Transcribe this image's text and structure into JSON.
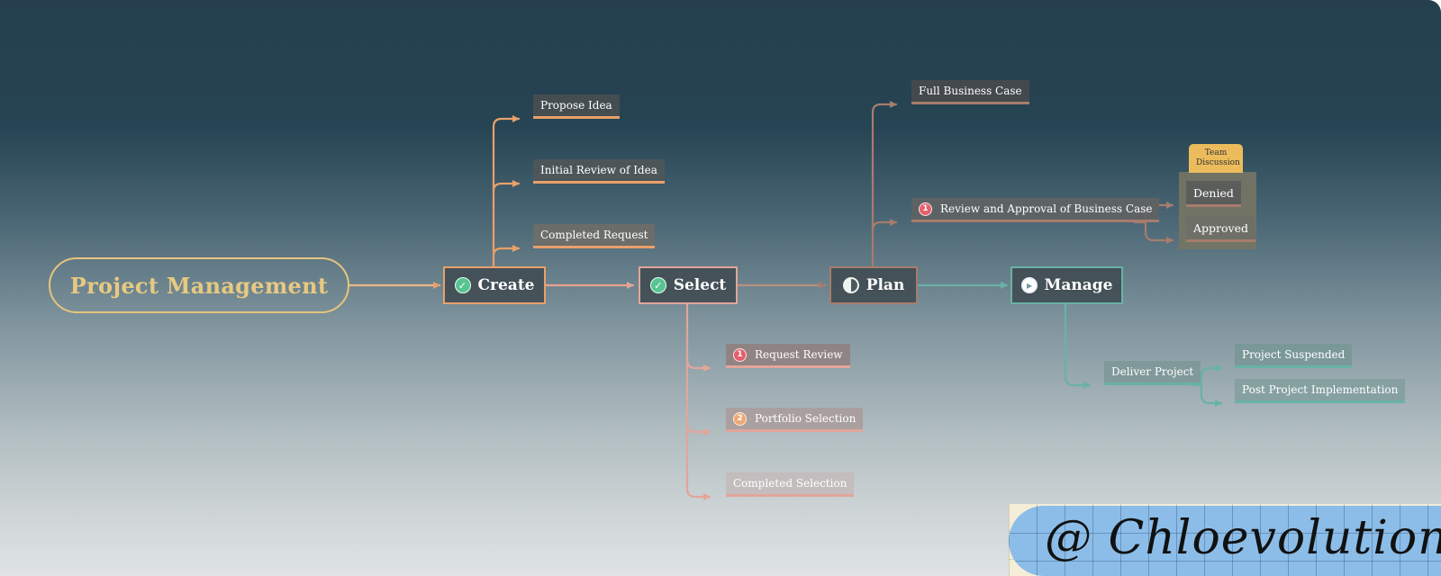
{
  "title": "Project Management",
  "stages": {
    "create": "Create",
    "select": "Select",
    "plan": "Plan",
    "manage": "Manage"
  },
  "create_items": [
    "Propose Idea",
    "Initial Review of Idea",
    "Completed Request"
  ],
  "select_items": [
    "Request Review",
    "Portfolio Selection",
    "Completed Selection"
  ],
  "plan_items": [
    "Full Business Case",
    "Review and Approval of Business Case"
  ],
  "approval": {
    "tag": "Team Discussion",
    "denied": "Denied",
    "approved": "Approved"
  },
  "manage_items": {
    "deliver": "Deliver Project",
    "suspended": "Project Suspended",
    "post": "Post Project Implementation"
  },
  "icons": {
    "create": "check-circle-icon",
    "select": "check-circle-icon",
    "plan": "half-circle-icon",
    "manage": "play-circle-icon",
    "request_review": "priority-1-icon",
    "portfolio_selection": "priority-2-icon",
    "review_approval": "priority-1-icon"
  },
  "priority_labels": {
    "one": "1",
    "two": "2"
  },
  "watermark": "@ Chloevolution",
  "colors": {
    "root": "#e6c47e",
    "create": "#e9a06a",
    "select": "#e3a59a",
    "plan": "#a77c6c",
    "manage": "#69b2a6",
    "warn": "#e4606b",
    "tag": "#ecbc5c"
  }
}
